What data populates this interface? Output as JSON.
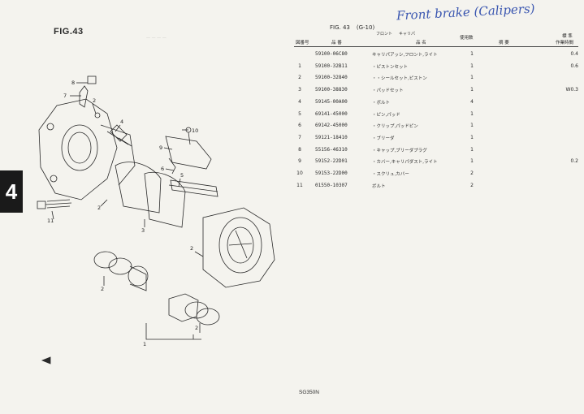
{
  "page": {
    "figure_label": "FIG.43",
    "chapter_tab": "4",
    "handwritten_note": "Front brake (Calipers)",
    "figure_ref": "FIG. 43",
    "figure_code": "(G-10)",
    "figure_subtitle_1": "フロント",
    "figure_subtitle_2": "キャリパ",
    "footer_model": "SG350N"
  },
  "table": {
    "headers": {
      "ref_no": "図番号",
      "part_no": "品 番",
      "name": "品 名",
      "qty": "使用数",
      "remarks": "摘 要",
      "std_label": "標 準",
      "work_time": "作業時間"
    },
    "rows": [
      {
        "no": "",
        "part": "59100-06C80",
        "desc": "キャリパアッシ,フロント,ライト",
        "qty": "1",
        "note": "0.4"
      },
      {
        "no": "1",
        "part": "59100-32B11",
        "desc": "・ピストンセット",
        "qty": "1",
        "note": "0.6"
      },
      {
        "no": "2",
        "part": "59100-32840",
        "desc": "・・シールセット,ピストン",
        "qty": "1",
        "note": ""
      },
      {
        "no": "3",
        "part": "59100-38830",
        "desc": "・パッドセット",
        "qty": "1",
        "note": "W0.3"
      },
      {
        "no": "4",
        "part": "59145-00A00",
        "desc": "・ボルト",
        "qty": "4",
        "note": ""
      },
      {
        "no": "5",
        "part": "69141-45000",
        "desc": "・ピン,パッド",
        "qty": "1",
        "note": ""
      },
      {
        "no": "6",
        "part": "69142-45000",
        "desc": "・クリップ,パッドピン",
        "qty": "1",
        "note": ""
      },
      {
        "no": "7",
        "part": "59121-18410",
        "desc": "・ブリーダ",
        "qty": "1",
        "note": ""
      },
      {
        "no": "8",
        "part": "55156-46310",
        "desc": "・キャップ,ブリーダプラグ",
        "qty": "1",
        "note": ""
      },
      {
        "no": "9",
        "part": "59152-22D01",
        "desc": "・カバー,キャリパダスト,ライト",
        "qty": "1",
        "note": "0.2"
      },
      {
        "no": "10",
        "part": "59153-22D00",
        "desc": "・スクリュ,カバー",
        "qty": "2",
        "note": ""
      },
      {
        "no": "11",
        "part": "01550-10307",
        "desc": "ボルト",
        "qty": "2",
        "note": ""
      }
    ]
  },
  "diagram": {
    "callouts": [
      "8",
      "7",
      "2",
      "4",
      "10",
      "9",
      "6",
      "5",
      "2",
      "3",
      "2",
      "11",
      "2",
      "1",
      "2"
    ]
  },
  "colors": {
    "paper": "#f4f3ee",
    "ink": "#2a2a2a",
    "pen_blue": "#3a56b0"
  }
}
